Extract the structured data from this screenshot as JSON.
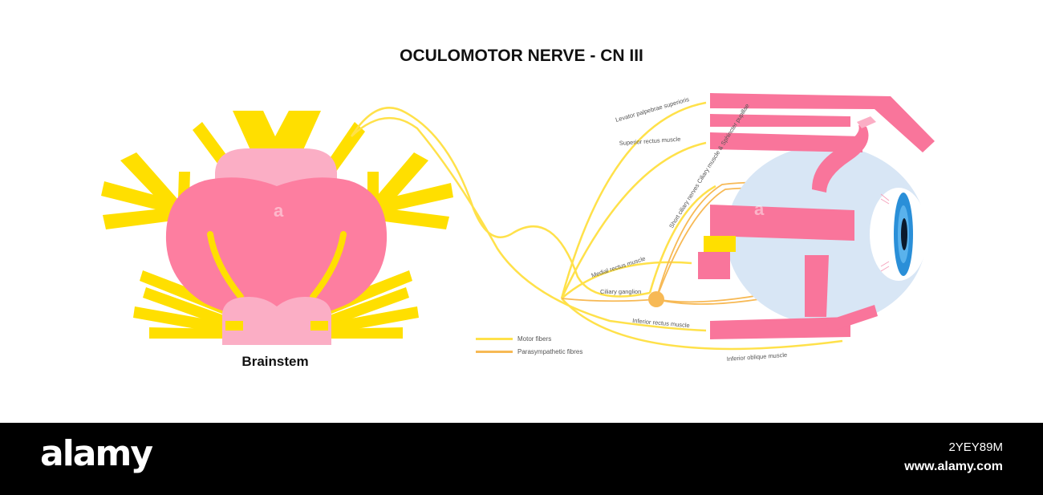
{
  "title": "OCULOMOTOR NERVE - CN III",
  "brainstem_label": "Brainstem",
  "nerve_labels": {
    "levator": "Levator palpebrae superioris",
    "superior_rectus": "Superior rectus muscle",
    "short_ciliary": "Short ciliary nerves Ciliary muscle & Sphincter pupillae",
    "medial_rectus": "Medial rectus muscle",
    "ciliary_ganglion": "Ciliary ganglion",
    "inferior_rectus": "Inferior rectus muscle",
    "inferior_oblique": "Inferior oblique muscle"
  },
  "legend": {
    "motor": "Motor fibers",
    "parasympathetic": "Parasympathetic fibres"
  },
  "watermark": "a",
  "footer": {
    "logo": "alamy",
    "image_id": "2YEY89M",
    "url": "www.alamy.com"
  },
  "colors": {
    "motor_fiber": "#ffe14a",
    "parasympathetic_fiber": "#f7b955",
    "nerve_yellow": "#ffdf00",
    "brainstem_pink": "#fd7ea0",
    "brainstem_light_pink": "#fbaec5",
    "muscle_pink": "#f9759b",
    "eyeball": "#d8e6f5",
    "iris": "#2a8fd8",
    "footer_bg": "#000000"
  }
}
